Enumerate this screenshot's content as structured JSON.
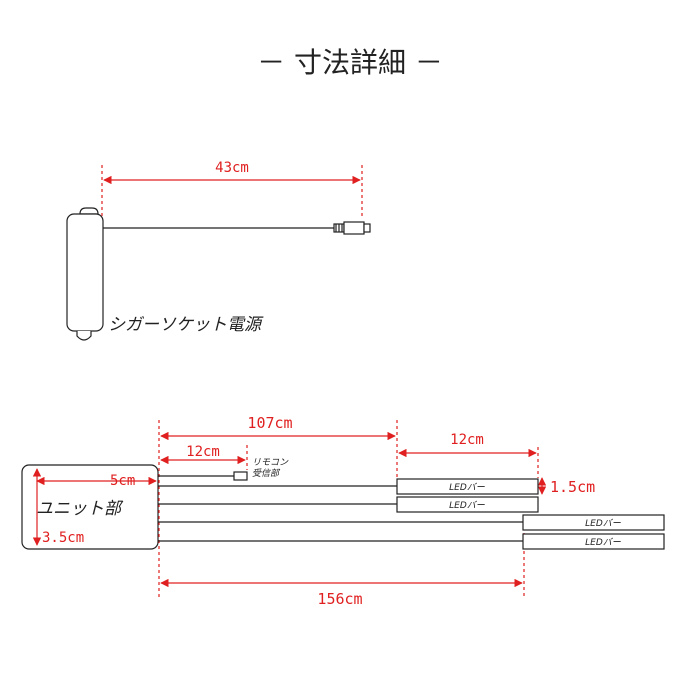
{
  "title": "－ 寸法詳細 －",
  "power": {
    "cable_length": "43cm",
    "label": "シガーソケット電源"
  },
  "unit": {
    "label": "ユニット部",
    "width": "5cm",
    "height": "3.5cm"
  },
  "remote": {
    "label_line1": "リモコン",
    "label_line2": "受信部",
    "cable_length": "12cm"
  },
  "dimensions": {
    "short_cable": "107cm",
    "long_cable": "156cm",
    "led_length": "12cm",
    "led_height": "1.5cm"
  },
  "led_bars": [
    {
      "label": "LEDバー"
    },
    {
      "label": "LEDバー"
    },
    {
      "label": "LEDバー"
    },
    {
      "label": "LEDバー"
    }
  ]
}
